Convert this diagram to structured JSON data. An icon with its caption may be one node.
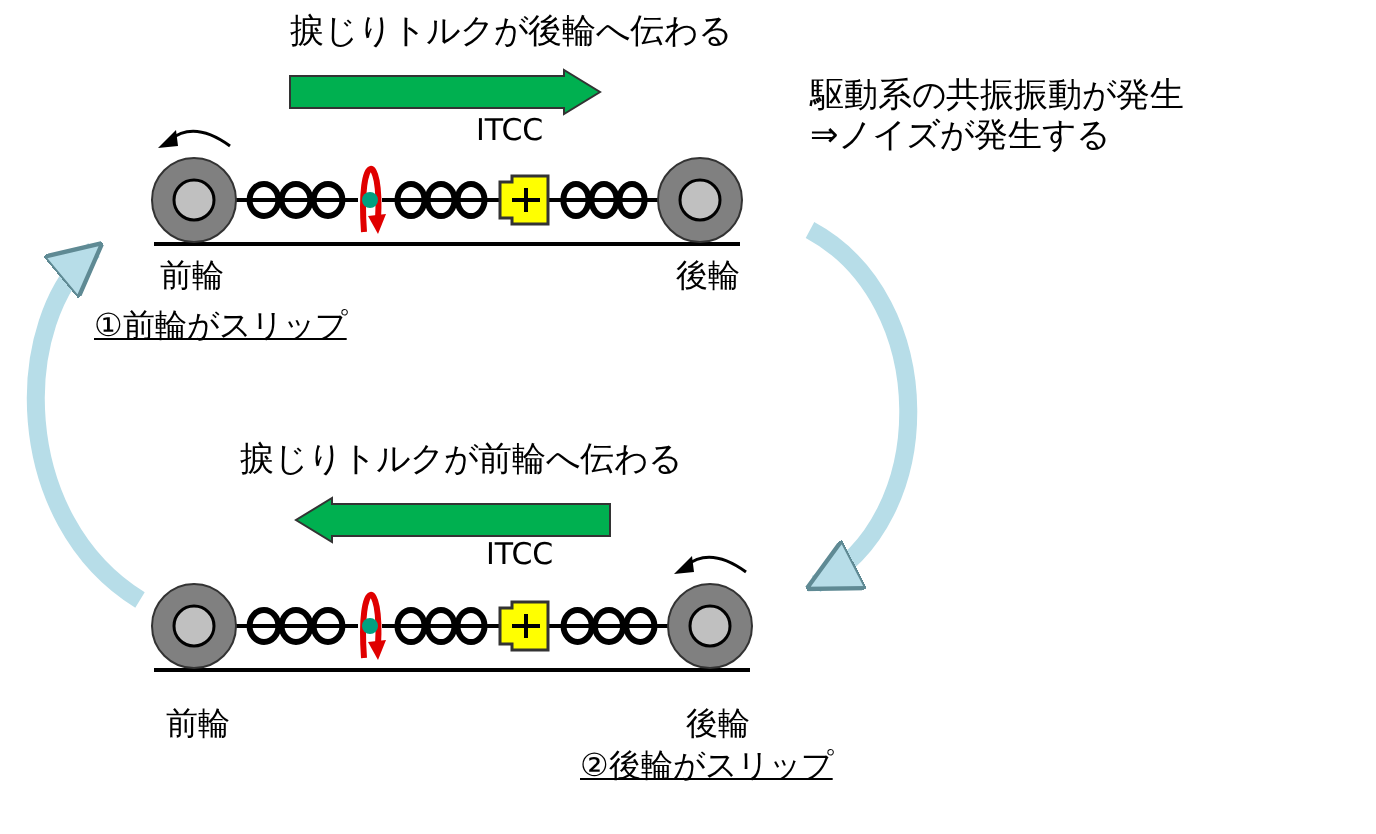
{
  "diagram": {
    "nodes": [
      {
        "text": [
          "捩じりトルクが後輪へ伝わる",
          "ITCC",
          "前輪",
          "後輪",
          "①前輪がスリップ"
        ]
      },
      {
        "text": [
          "捩じりトルクが前輪へ伝わる",
          "ITCC",
          "前輪",
          "後輪",
          "②後輪がスリップ"
        ]
      }
    ],
    "edges": [
      {
        "from": 0,
        "to": 1,
        "arrow": "to"
      },
      {
        "from": 1,
        "to": 0,
        "arrow": "to"
      }
    ],
    "labels": [
      "駆動系の共振振動が発生⇒ノイズが発生する"
    ]
  }
}
